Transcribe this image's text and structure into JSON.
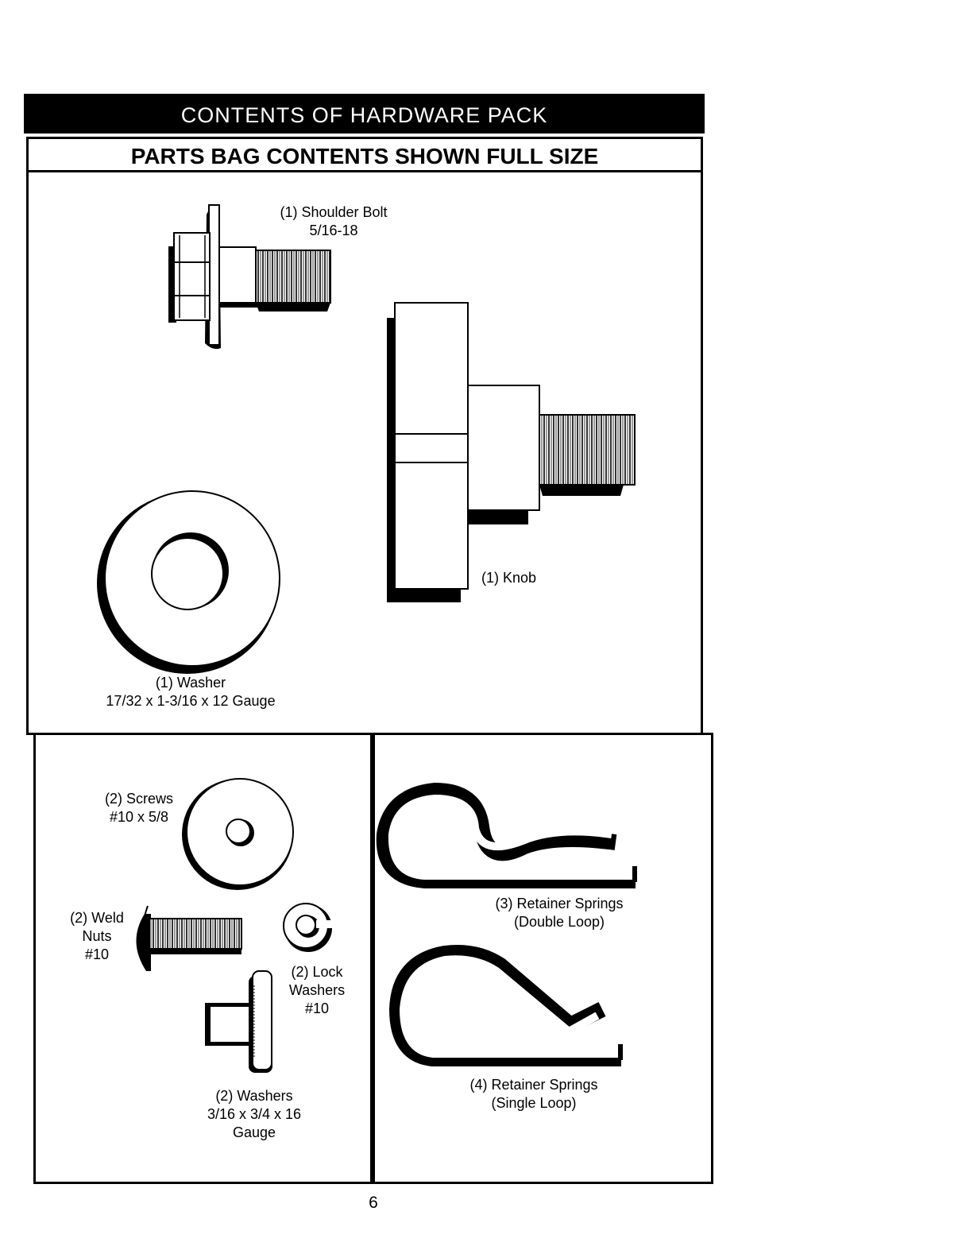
{
  "header": {
    "title": "CONTENTS OF HARDWARE PACK"
  },
  "subtitle": "PARTS BAG CONTENTS SHOWN FULL SIZE",
  "parts": {
    "shoulder_bolt": {
      "line1": "(1) Shoulder Bolt",
      "line2": "5/16-18"
    },
    "knob": {
      "line1": "(1) Knob"
    },
    "washer_large": {
      "line1": "(1) Washer",
      "line2": "17/32 x 1-3/16 x 12 Gauge"
    },
    "screws": {
      "line1": "(2) Screws",
      "line2": "#10 x 5/8"
    },
    "weld_nuts": {
      "line1": "(2) Weld",
      "line2": "Nuts",
      "line3": "#10"
    },
    "lock_washers": {
      "line1": "(2) Lock",
      "line2": "Washers",
      "line3": "#10"
    },
    "washers_small": {
      "line1": "(2) Washers",
      "line2": "3/16 x 3/4 x 16",
      "line3": "Gauge"
    },
    "retainer_double": {
      "line1": "(3) Retainer Springs",
      "line2": "(Double Loop)"
    },
    "retainer_single": {
      "line1": "(4) Retainer Springs",
      "line2": "(Single Loop)"
    }
  },
  "page": {
    "number": "6"
  }
}
